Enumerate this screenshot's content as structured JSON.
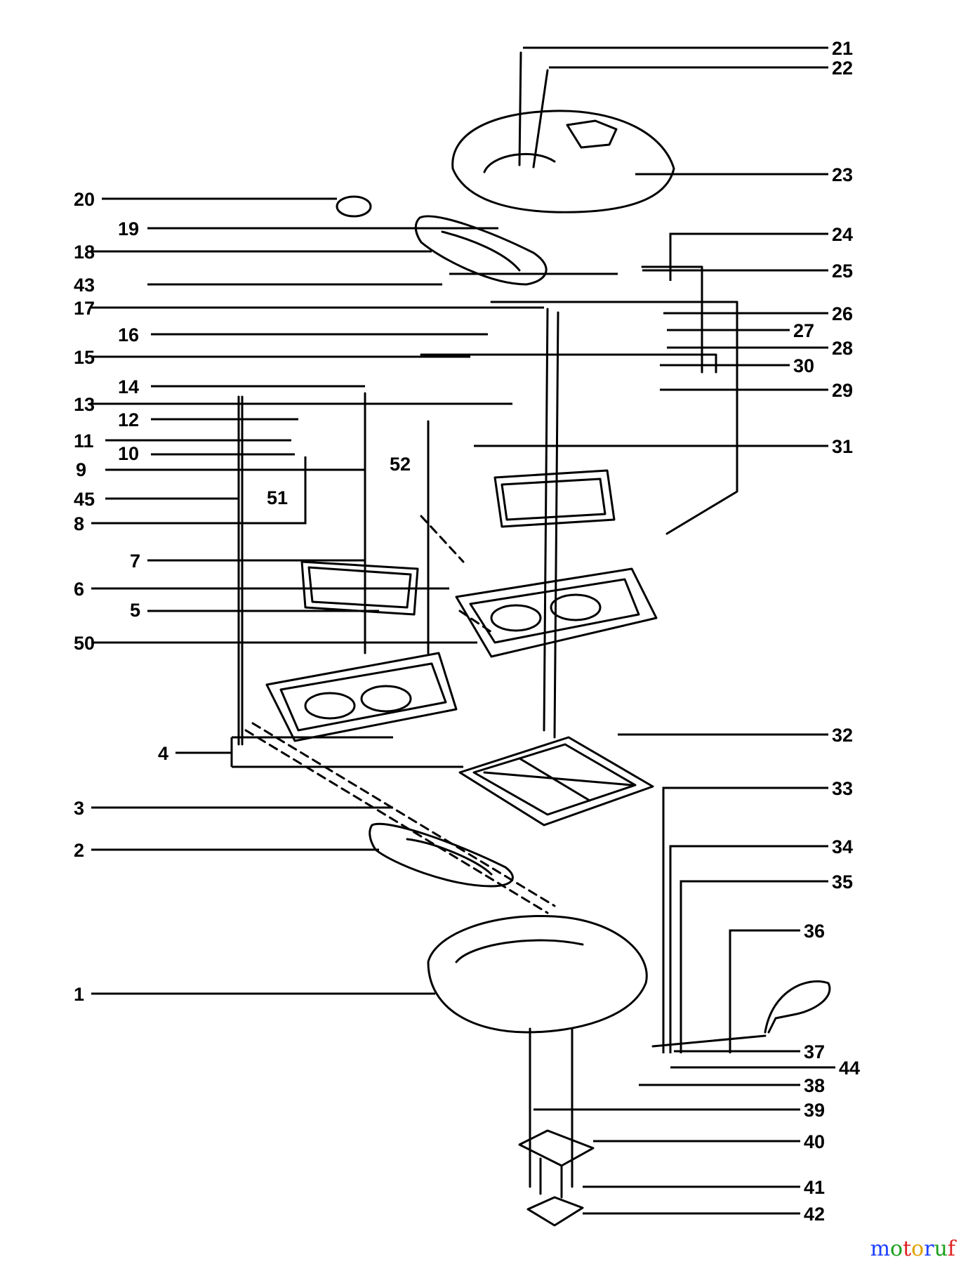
{
  "diagram": {
    "labels": [
      "1",
      "2",
      "3",
      "4",
      "5",
      "6",
      "7",
      "8",
      "9",
      "10",
      "11",
      "12",
      "13",
      "14",
      "15",
      "16",
      "17",
      "18",
      "19",
      "20",
      "21",
      "22",
      "23",
      "24",
      "25",
      "26",
      "27",
      "28",
      "29",
      "30",
      "31",
      "32",
      "33",
      "34",
      "35",
      "36",
      "37",
      "38",
      "39",
      "40",
      "41",
      "42",
      "43",
      "44",
      "45",
      "50",
      "51",
      "52"
    ]
  },
  "watermark": {
    "text": "motoruf",
    "colors": [
      "#1e40ff",
      "#18a018",
      "#e02020",
      "#e0a000"
    ]
  }
}
